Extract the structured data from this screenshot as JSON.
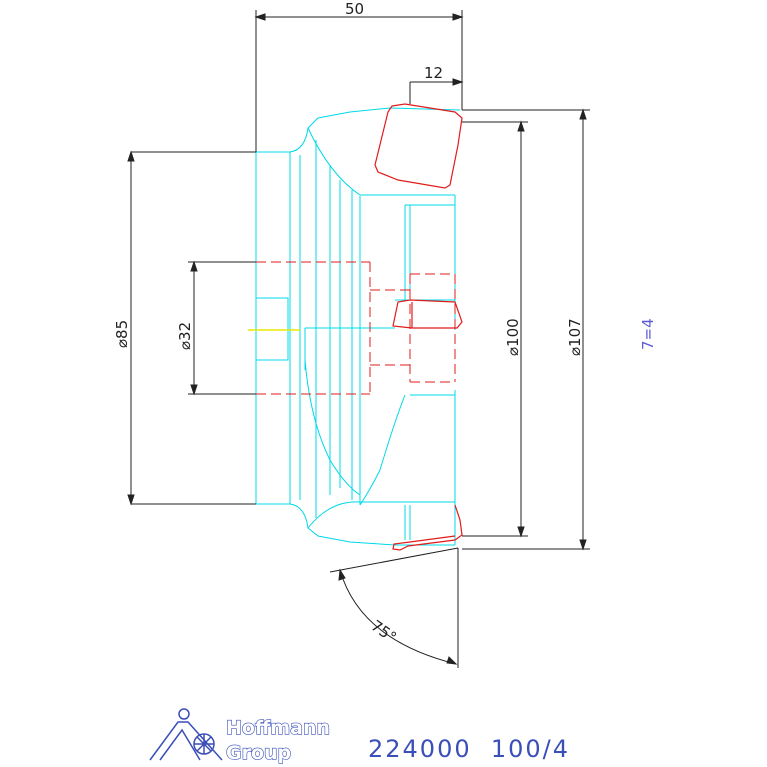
{
  "drawing": {
    "dim_total_length": "50",
    "dim_insert_width": "12",
    "dim_bore_dia": "⌀32",
    "dim_body_dia": "⌀85",
    "dim_cut_dia_inner": "⌀100",
    "dim_cut_dia_outer": "⌀107",
    "teeth_label": "7=4",
    "angle_label": "75°"
  },
  "footer": {
    "brand_line1": "Hoffmann",
    "brand_line2": "Group",
    "part_code": "224000  100/4"
  },
  "colors": {
    "dimension": "#222222",
    "body_outline": "#00d8e8",
    "insert": "#e21b1b",
    "centerline": "#e8e800",
    "brand_blue": "#3a4fb8",
    "annotation_blue": "#5b5bd6"
  }
}
